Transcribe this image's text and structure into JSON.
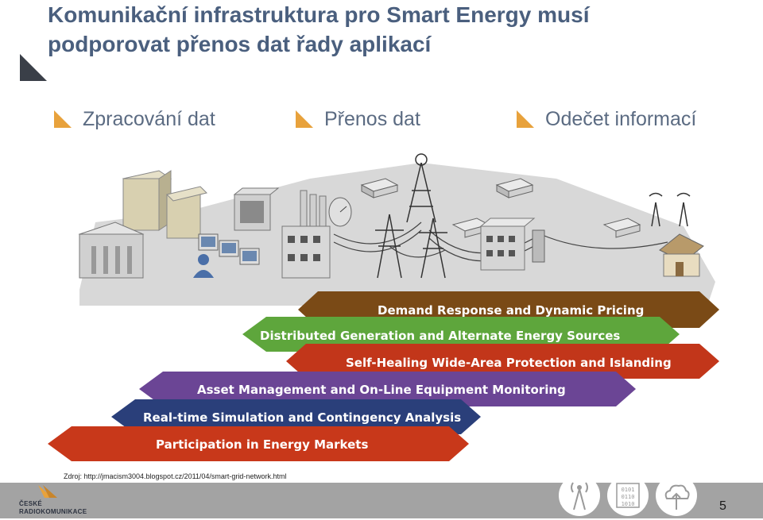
{
  "slide": {
    "title_line1": "Komunikační infrastruktura pro Smart Energy musí",
    "title_line2": "podporovat přenos dat řady aplikací",
    "bullets": [
      "Zpracování dat",
      "Přenos dat",
      "Odečet informací"
    ],
    "source": "Zdroj: http://jmacism3004.blogspot.cz/2011/04/smart-grid-network.html",
    "page_number": "5"
  },
  "diagram": {
    "arrows": [
      {
        "label": "Demand Response and Dynamic Pricing",
        "color": "#7a4a16"
      },
      {
        "label": "Distributed Generation and Alternate Energy Sources",
        "color": "#5ea63c"
      },
      {
        "label": "Self-Healing Wide-Area Protection and Islanding",
        "color": "#c2361a"
      },
      {
        "label": "Asset Management and On-Line Equipment Monitoring",
        "color": "#6b4595"
      },
      {
        "label": "Real-time Simulation and Contingency Analysis",
        "color": "#2a3f7a"
      },
      {
        "label": "Participation in Energy Markets",
        "color": "#c8381a"
      }
    ]
  },
  "footer": {
    "logo_line1": "ČESKÉ",
    "logo_line2": "RADIOKOMUNIKACE",
    "icons": [
      "antenna-icon",
      "binary-data-icon",
      "cloud-upload-icon"
    ]
  },
  "colors": {
    "title": "#4a5f7e",
    "bullet_marker": "#e8a23c",
    "footer_bg": "#a3a3a3"
  }
}
